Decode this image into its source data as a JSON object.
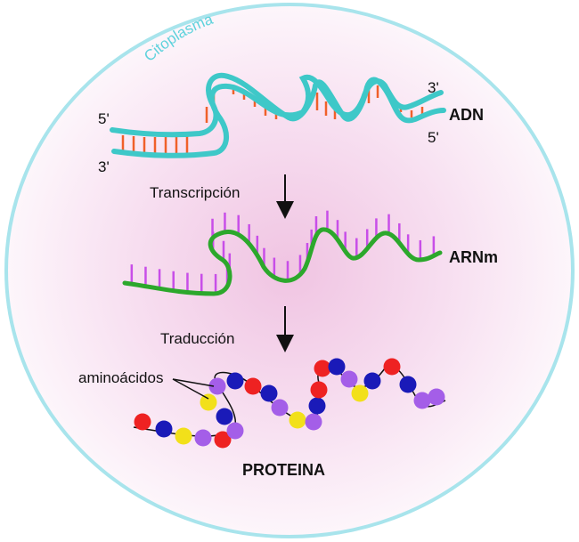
{
  "labels": {
    "cytoplasm": "Citoplasma",
    "dna": "ADN",
    "mrna": "ARNm",
    "protein": "PROTEINA",
    "transcription": "Transcripción",
    "translation": "Traducción",
    "amino_acids": "aminoácidos",
    "dna_left_top": "5'",
    "dna_left_bottom": "3'",
    "dna_right_top": "3'",
    "dna_right_bottom": "5'"
  },
  "colors": {
    "cell_border": "#a8e4ec",
    "cell_center": "#f2cce6",
    "cell_edge": "#fdf5fb",
    "dna_strand": "#3ec8c8",
    "dna_rungs": "#f0602a",
    "mrna_strand": "#2ca82c",
    "mrna_bases": "#c84ee8",
    "amino_acid_colors": [
      "#ee2222",
      "#1a1ab8",
      "#f2e01a",
      "#a45ee8"
    ]
  }
}
